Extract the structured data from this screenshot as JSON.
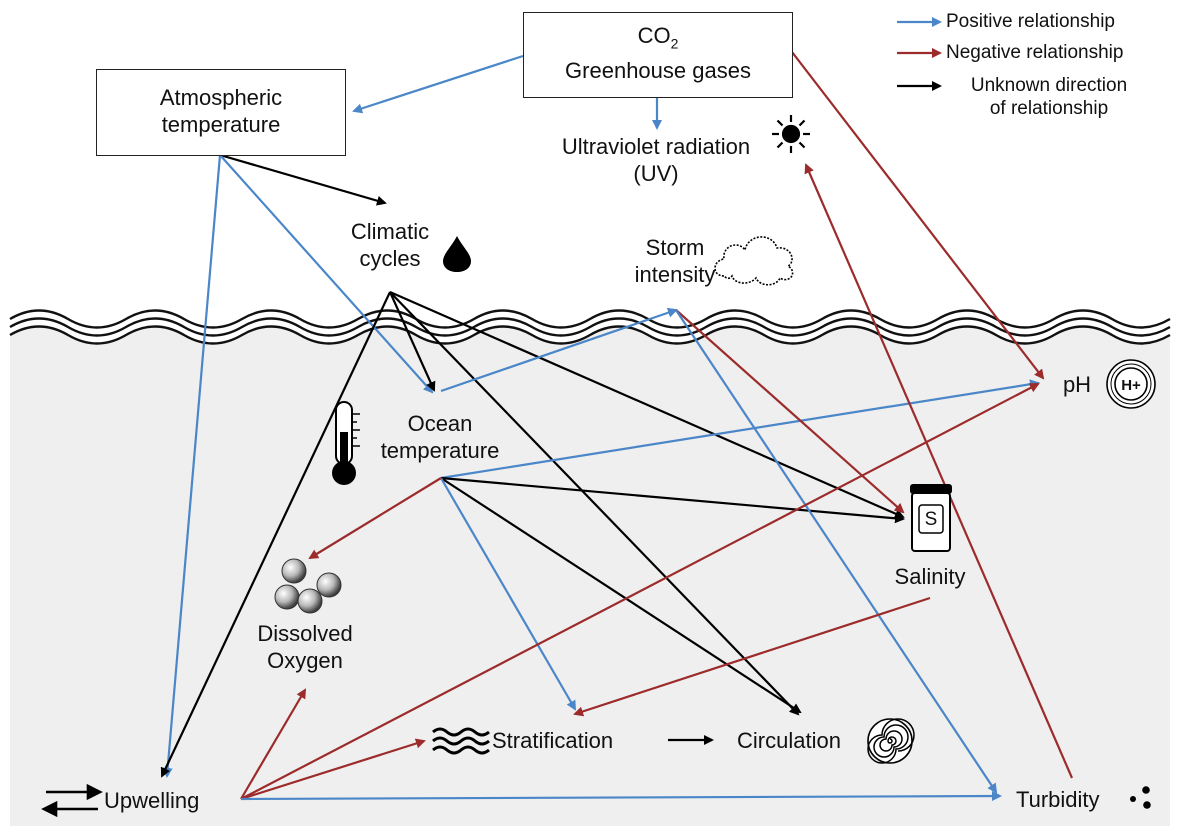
{
  "legend": {
    "positive": "Positive relationship",
    "negative": "Negative relationship",
    "unknown_line1": "Unknown direction",
    "unknown_line2": "of relationship"
  },
  "nodes": {
    "co2_line1": "CO",
    "co2_sub": "2",
    "co2_line2": "Greenhouse gases",
    "atm_line1": "Atmospheric",
    "atm_line2": "temperature",
    "uv_line1": "Ultraviolet radiation",
    "uv_line2": "(UV)",
    "climatic_line1": "Climatic",
    "climatic_line2": "cycles",
    "storm_line1": "Storm",
    "storm_line2": "intensity",
    "ocean_line1": "Ocean",
    "ocean_line2": "temperature",
    "ph": "pH",
    "ph_icon_text": "H+",
    "salinity": "Salinity",
    "salinity_icon_text": "S",
    "do_line1": "Dissolved",
    "do_line2": "Oxygen",
    "stratification": "Stratification",
    "circulation": "Circulation",
    "upwelling": "Upwelling",
    "turbidity": "Turbidity"
  },
  "colors": {
    "positive": "#4a86c8",
    "negative": "#9c2b2b",
    "unknown": "#000000",
    "ocean": "#efefef"
  },
  "relationships": [
    {
      "from": "CO2 / Greenhouse gases",
      "to": "Atmospheric temperature",
      "type": "positive"
    },
    {
      "from": "CO2 / Greenhouse gases",
      "to": "Ultraviolet radiation (UV)",
      "type": "positive"
    },
    {
      "from": "CO2 / Greenhouse gases",
      "to": "pH",
      "type": "negative"
    },
    {
      "from": "Atmospheric temperature",
      "to": "Climatic cycles",
      "type": "unknown"
    },
    {
      "from": "Atmospheric temperature",
      "to": "Ocean temperature",
      "type": "positive"
    },
    {
      "from": "Atmospheric temperature",
      "to": "Upwelling",
      "type": "positive"
    },
    {
      "from": "Climatic cycles",
      "to": "Ocean temperature",
      "type": "unknown"
    },
    {
      "from": "Climatic cycles",
      "to": "Salinity",
      "type": "unknown"
    },
    {
      "from": "Climatic cycles",
      "to": "Circulation",
      "type": "unknown"
    },
    {
      "from": "Climatic cycles",
      "to": "Upwelling",
      "type": "unknown"
    },
    {
      "from": "Ocean temperature",
      "to": "Storm intensity",
      "type": "positive"
    },
    {
      "from": "Ocean temperature",
      "to": "pH",
      "type": "positive"
    },
    {
      "from": "Ocean temperature",
      "to": "Salinity",
      "type": "unknown"
    },
    {
      "from": "Ocean temperature",
      "to": "Circulation",
      "type": "unknown"
    },
    {
      "from": "Ocean temperature",
      "to": "Stratification",
      "type": "positive"
    },
    {
      "from": "Ocean temperature",
      "to": "Dissolved Oxygen",
      "type": "negative"
    },
    {
      "from": "Storm intensity",
      "to": "Salinity",
      "type": "negative"
    },
    {
      "from": "Storm intensity",
      "to": "Turbidity",
      "type": "positive"
    },
    {
      "from": "Salinity",
      "to": "Stratification",
      "type": "negative"
    },
    {
      "from": "Stratification",
      "to": "Circulation",
      "type": "unknown"
    },
    {
      "from": "Upwelling",
      "to": "Dissolved Oxygen",
      "type": "negative"
    },
    {
      "from": "Upwelling",
      "to": "Stratification",
      "type": "negative"
    },
    {
      "from": "Upwelling",
      "to": "pH",
      "type": "negative"
    },
    {
      "from": "Upwelling",
      "to": "Turbidity",
      "type": "positive"
    },
    {
      "from": "Turbidity",
      "to": "Ultraviolet radiation (UV)",
      "type": "negative"
    }
  ]
}
